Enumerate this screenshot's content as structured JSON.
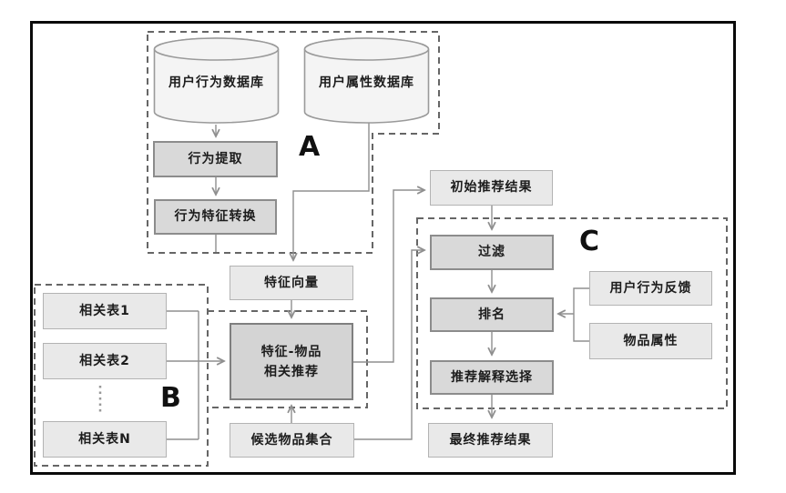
{
  "figure": {
    "type": "flowchart",
    "description": "recommendation-system pipeline diagram"
  },
  "groups": {
    "a_label": "A",
    "b_label": "B",
    "c_label": "C"
  },
  "nodes": {
    "user_behavior_db": "用户行为数据库",
    "user_attribute_db": "用户属性数据库",
    "behavior_extraction": "行为提取",
    "behavior_feature_transform": "行为特征转换",
    "feature_vector": "特征向量",
    "feature_item_rec": {
      "line1": "特征-物品",
      "line2": "相关推荐"
    },
    "related_table_1": "相关表1",
    "related_table_2": "相关表2",
    "related_table_n": "相关表N",
    "candidate_item_set": "候选物品集合",
    "initial_results": "初始推荐结果",
    "filter": "过滤",
    "ranking": "排名",
    "explanation_selection": "推荐解释选择",
    "final_results": "最终推荐结果",
    "user_behavior_feedback": "用户行为反馈",
    "item_attributes": "物品属性"
  },
  "colors": {
    "frame": "#0a0a0a",
    "process_fill": "#d9d9d9",
    "process_border": "#8c8c8c",
    "data_fill": "#e9e9e9",
    "data_border": "#b3b3b3",
    "cylinder_fill": "#f4f4f4",
    "cylinder_border": "#9a9a9a",
    "connector": "#8f8f8f",
    "dashed_outline": "#666666",
    "text": "#1c1c1c"
  }
}
